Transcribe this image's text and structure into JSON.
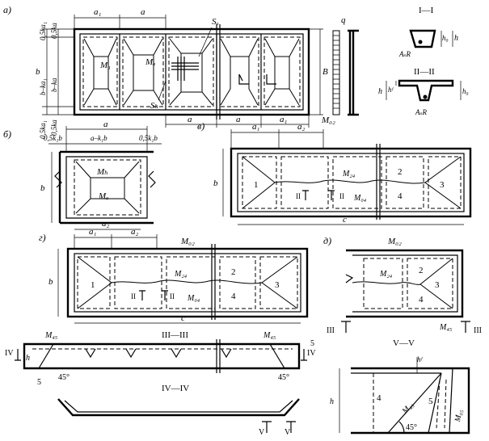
{
  "panels": {
    "a": {
      "label": "а)",
      "dims_top": [
        "a₁",
        "a"
      ],
      "dims_bottom": [
        "a",
        "a",
        "a₁"
      ],
      "dims_left": [
        "0,5ka₁",
        "0,5ka",
        "b",
        "b–ka₁",
        "b–ka",
        "0,5ka₁",
        "0,5ka"
      ],
      "dim_right": "B",
      "moments": [
        "M₁",
        "Mₐ"
      ],
      "steel": [
        "Sₐ",
        "Sₕ"
      ],
      "load": "q",
      "sec1": {
        "title": "I—I",
        "labels": [
          "h₀",
          "h",
          "AₛR"
        ]
      },
      "sec2": {
        "title": "II—II",
        "labels": [
          "h",
          "hᶠ",
          "h₀",
          "AₛR"
        ]
      }
    },
    "b": {
      "label": "б)",
      "dims_top": [
        "a",
        "0,5k₁b",
        "a–k₁b",
        "0,5k₁b"
      ],
      "dim_left": "b",
      "dim_bottom": "a₂",
      "moments": [
        "Mₕ",
        "Mₐ"
      ]
    },
    "c": {
      "label": "в)",
      "dims_top": [
        "a₁",
        "a₂"
      ],
      "title": "M₀₂",
      "dim_left": "b",
      "dim_bottom": "c",
      "zones": [
        "1",
        "2",
        "3",
        "4"
      ],
      "moments": [
        "M₂₄",
        "M₀₄"
      ],
      "cuts": [
        "II",
        "II"
      ]
    },
    "g": {
      "label": "г)",
      "dims_top": [
        "a₁",
        "a₂"
      ],
      "title": "M₀₂",
      "dim_left": "b",
      "dim_bottom": "c",
      "zones": [
        "1",
        "2",
        "3",
        "4"
      ],
      "moments": [
        "M₂₄",
        "M₀₄"
      ],
      "cuts": [
        "II",
        "II"
      ],
      "sec3": {
        "title": "III—III",
        "labels": [
          "IV",
          "IV",
          "h",
          "M₄₅",
          "M₄₅",
          "5",
          "5",
          "45°",
          "45°"
        ]
      },
      "sec4": {
        "title": "IV—IV",
        "labels": [
          "V",
          "V"
        ]
      }
    },
    "d": {
      "label": "д)",
      "title": "M₀₂",
      "zones": [
        "2",
        "3",
        "4"
      ],
      "moments": [
        "M₂₄",
        "M₄₅"
      ],
      "cuts": [
        "III",
        "III"
      ],
      "sec5": {
        "title": "V—V",
        "labels": [
          "hᶠ",
          "h",
          "4",
          "5",
          "M₄₅",
          "M₀₅",
          "45°"
        ]
      }
    }
  }
}
